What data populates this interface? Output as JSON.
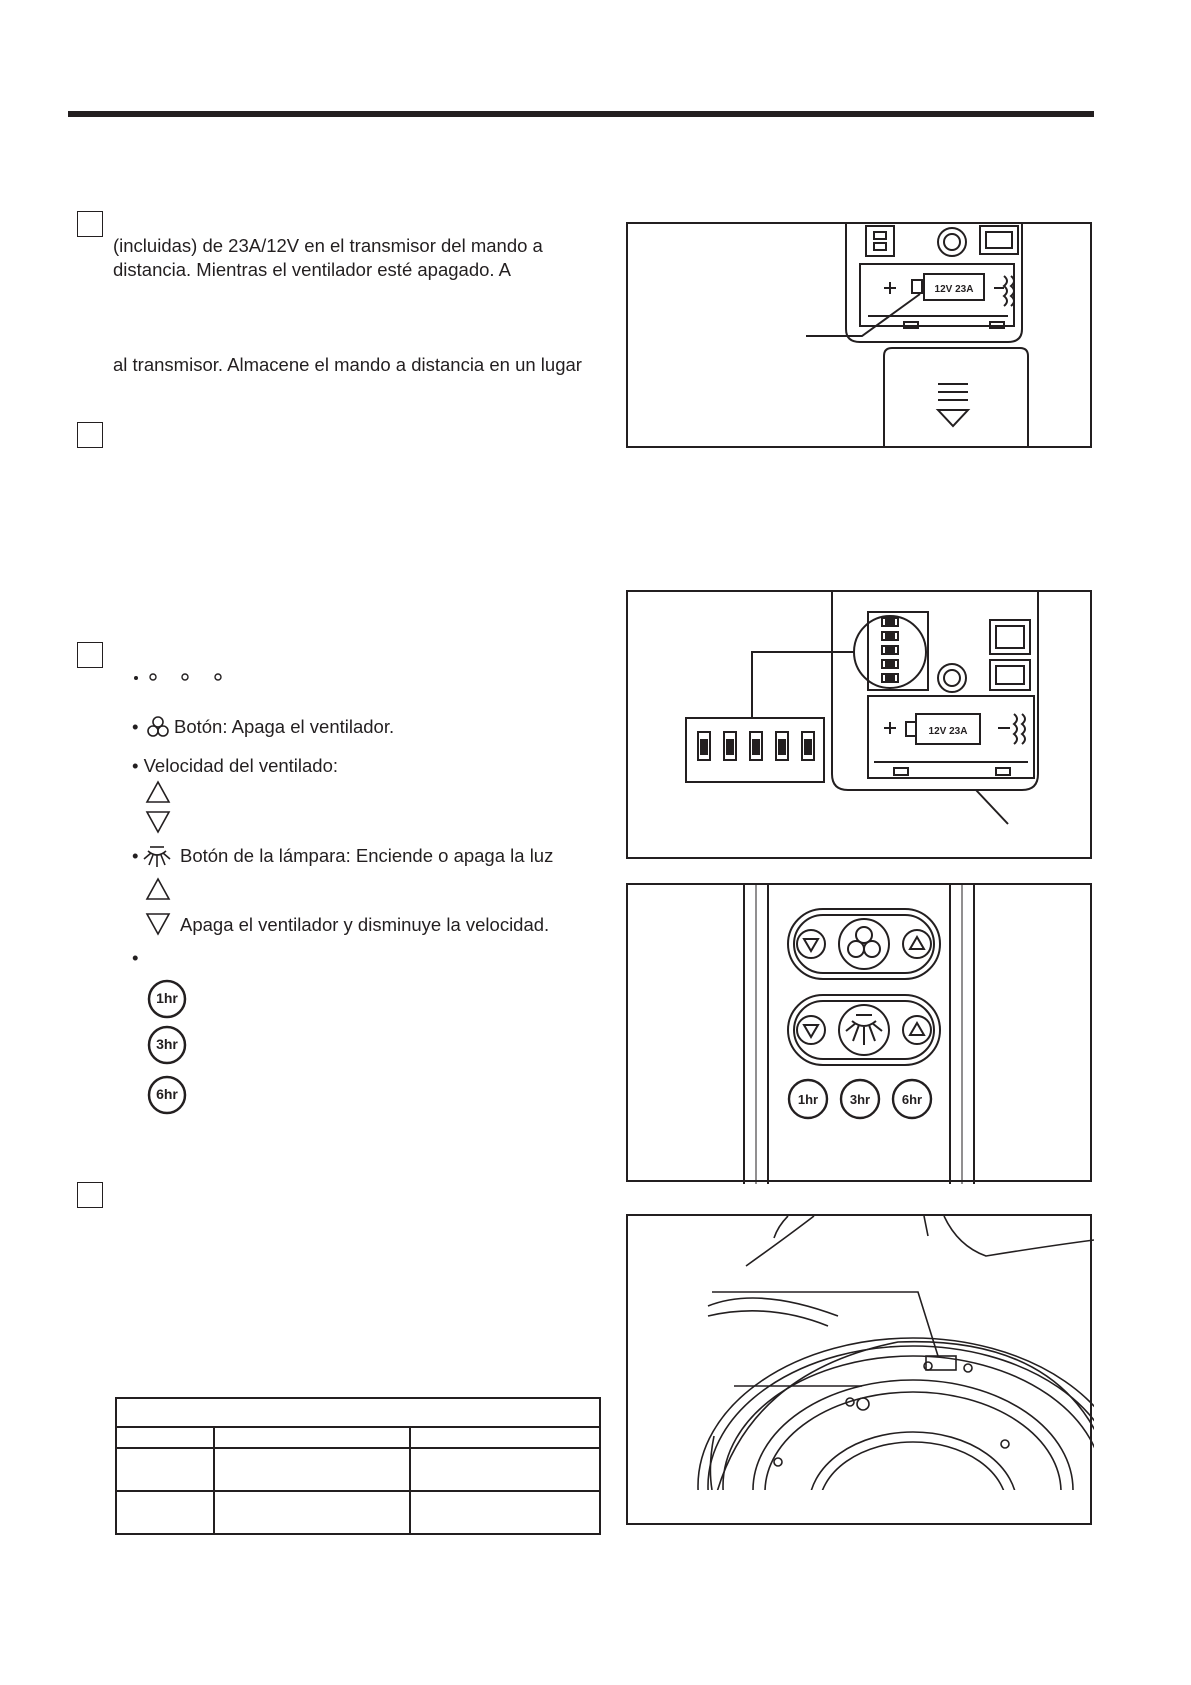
{
  "colors": {
    "ink": "#231f20",
    "paper": "#ffffff"
  },
  "section1": {
    "line_1": "(incluidas) de 23A/12V en el transmisor del mando a",
    "line_2": "distancia. Mientras el ventilador esté apagado. A",
    "line_3": "al transmisor. Almacene el mando a distancia en un lugar"
  },
  "battery_label": "12V  23A",
  "controls": {
    "fan_off": "Botón: Apaga el ventilador.",
    "fan_speed": "• Velocidad del ventilado:",
    "light_button": "Botón de la lámpara: Enciende o apaga la luz",
    "light_down": "Apaga el ventilador y disminuye la velocidad.",
    "timer_labels": [
      "1hr",
      "3hr",
      "6hr"
    ]
  },
  "remote_buttons": {
    "timers": [
      "1hr",
      "3hr",
      "6hr"
    ]
  },
  "icons": [
    "square-step-icon",
    "fan-icon",
    "light-icon",
    "triangle-up-icon",
    "triangle-down-icon",
    "timer-1hr-icon",
    "timer-3hr-icon",
    "timer-6hr-icon"
  ]
}
